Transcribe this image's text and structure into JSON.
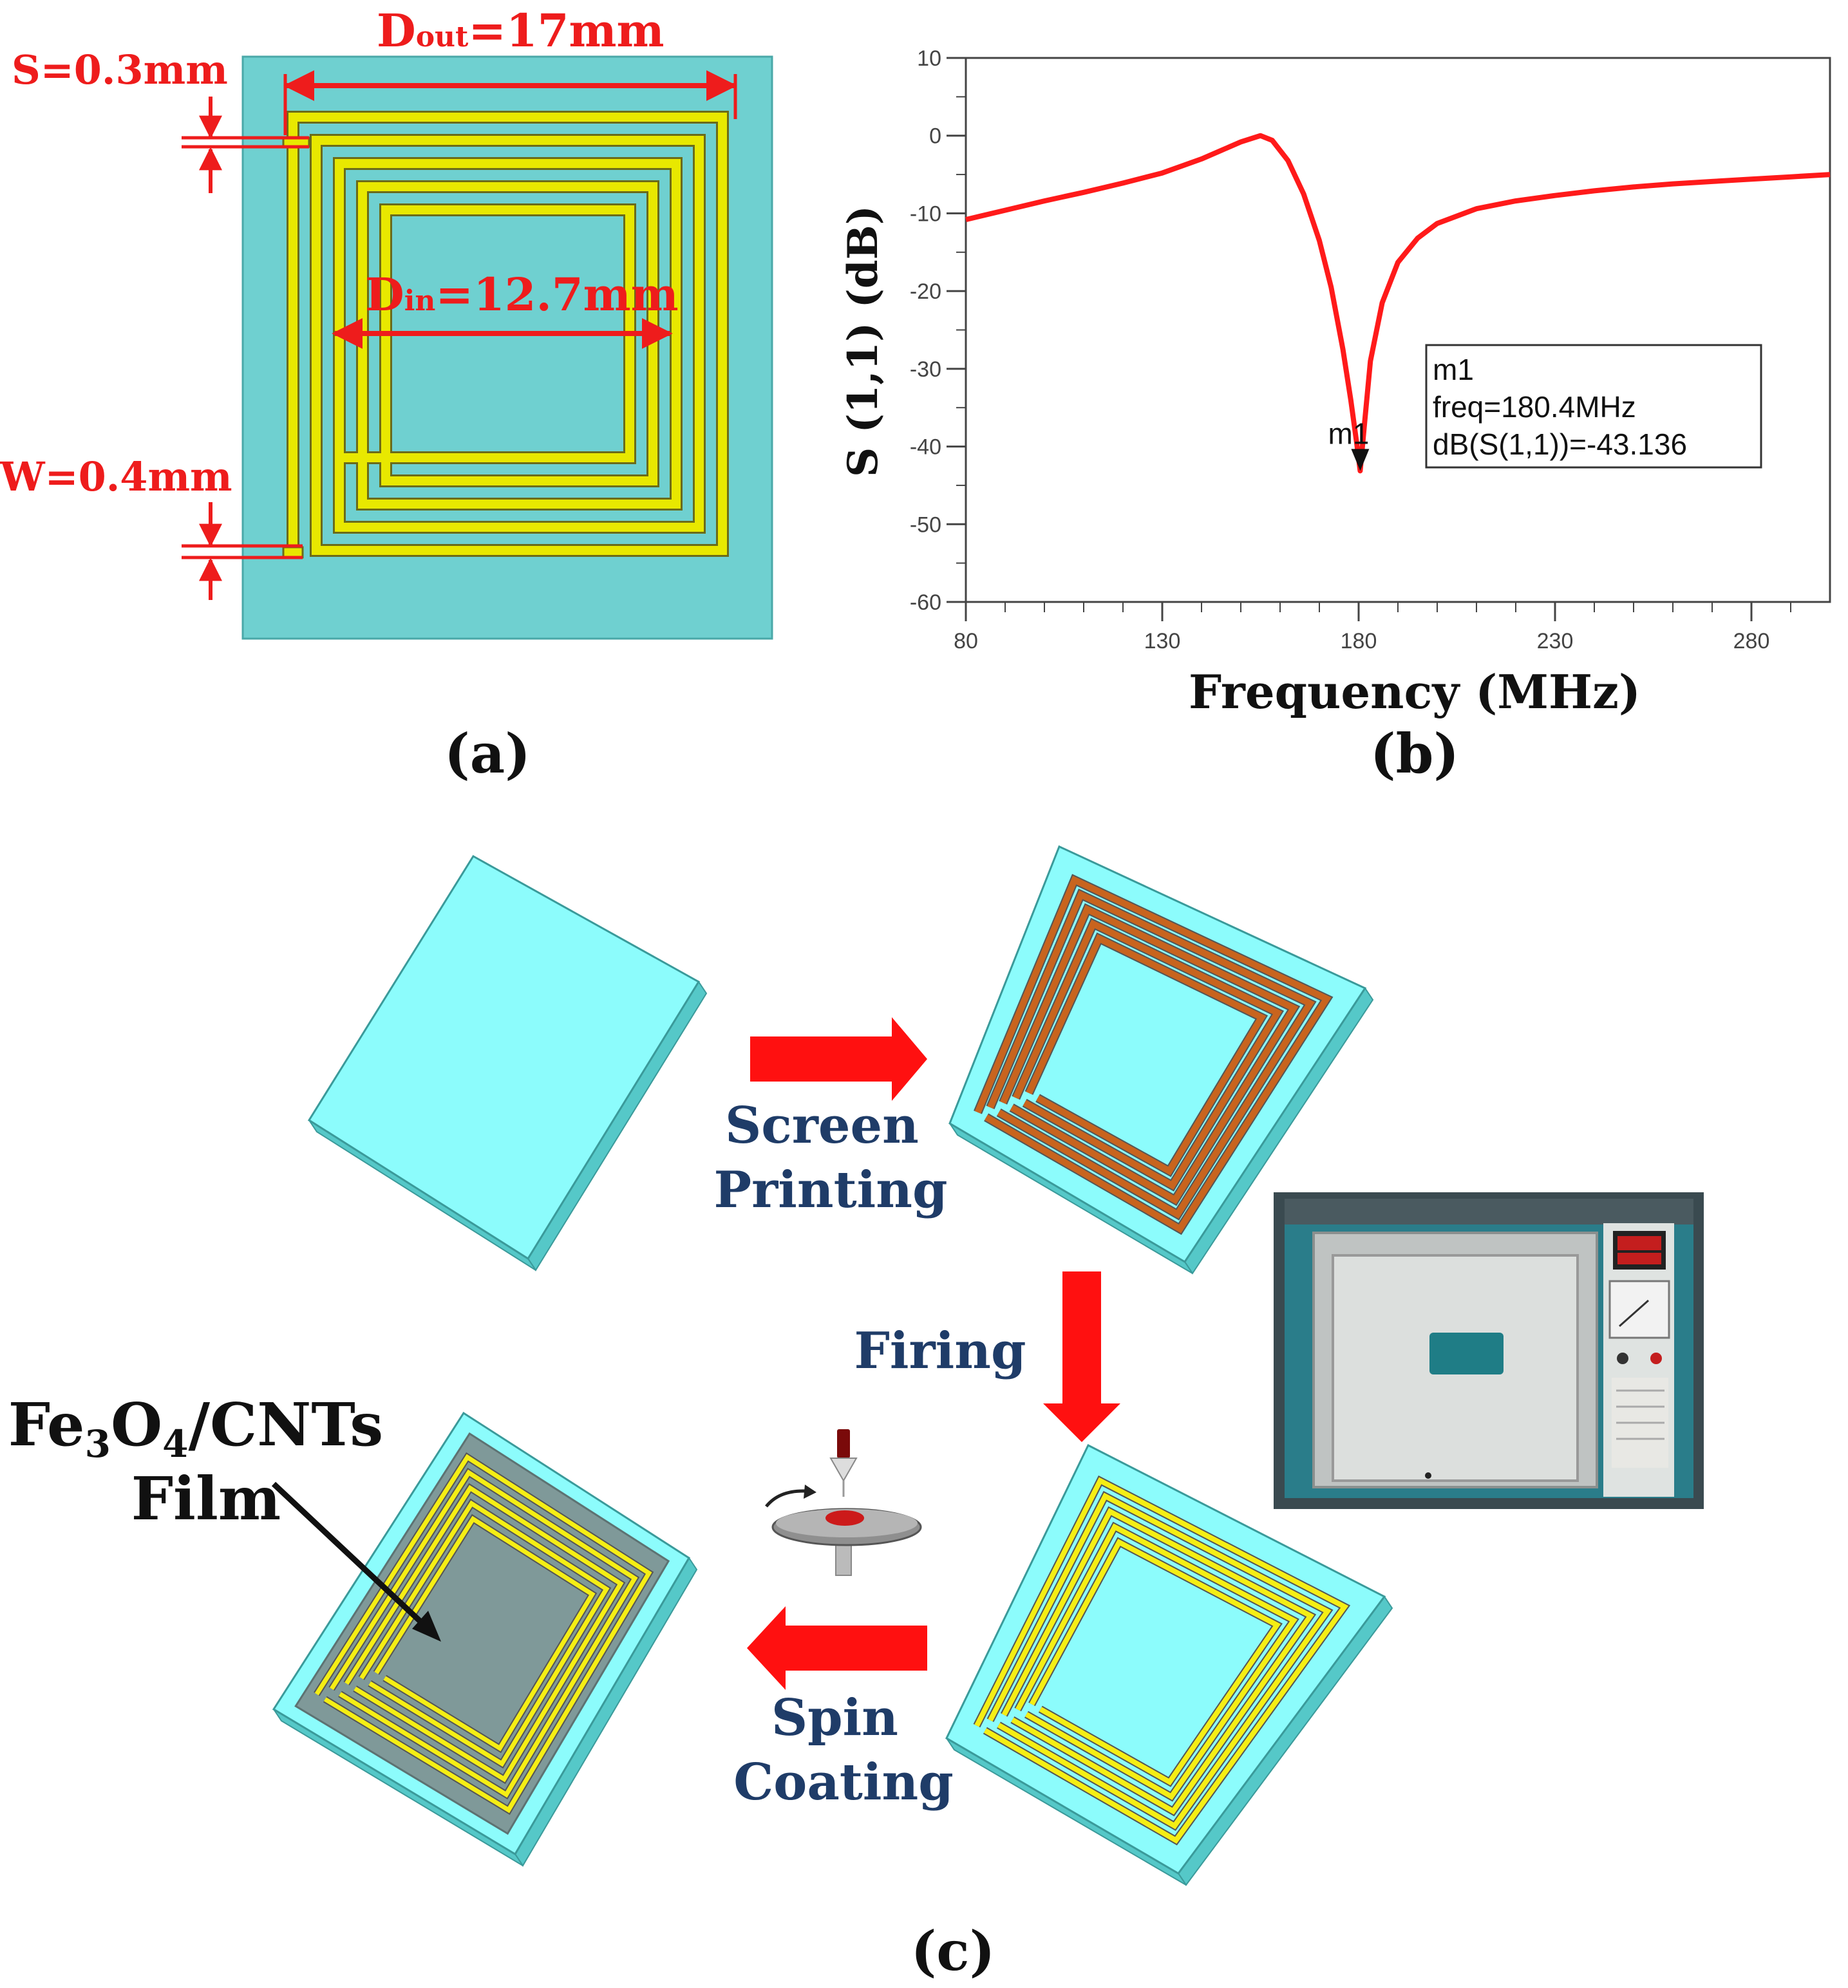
{
  "panel_a": {
    "label": "(a)",
    "dout_label": "D",
    "dout_sub": "out",
    "dout_value": "=17mm",
    "din_label": "D",
    "din_sub": "in",
    "din_value": "=12.7mm",
    "s_label": "S=0.3mm",
    "w_label": "W=0.4mm",
    "colors": {
      "substrate": "#6fd0d0",
      "coil": "#e8e800",
      "dimension": "#ee1c1c"
    }
  },
  "panel_b": {
    "label": "(b)",
    "marker": {
      "name": "m1",
      "box_lines": [
        "m1",
        "freq=180.4MHz",
        "dB(S(1,1))=-43.136"
      ]
    }
  },
  "chart_data": {
    "type": "line",
    "xlabel": "Frequency (MHz)",
    "ylabel": "S (1,1) (dB)",
    "xlim": [
      80,
      300
    ],
    "ylim": [
      -60,
      10
    ],
    "xticks": [
      80,
      130,
      180,
      230,
      280
    ],
    "yticks": [
      10,
      0,
      -10,
      -20,
      -30,
      -40,
      -50,
      -60
    ],
    "grid": false,
    "series": [
      {
        "color": "#ff1a1a",
        "x": [
          80,
          90,
          100,
          110,
          120,
          130,
          140,
          145,
          150,
          155,
          158,
          162,
          166,
          170,
          173,
          176,
          178,
          179.5,
          180.4,
          181.5,
          183,
          186,
          190,
          195,
          200,
          210,
          220,
          230,
          240,
          250,
          260,
          270,
          280,
          290,
          300
        ],
        "y": [
          -10.8,
          -9.6,
          -8.4,
          -7.3,
          -6.1,
          -4.8,
          -3.0,
          -1.9,
          -0.8,
          0.0,
          -0.6,
          -3.2,
          -7.5,
          -13.5,
          -19.5,
          -27.5,
          -34.0,
          -39.5,
          -43.136,
          -37.0,
          -29.0,
          -21.5,
          -16.3,
          -13.2,
          -11.3,
          -9.4,
          -8.4,
          -7.7,
          -7.1,
          -6.6,
          -6.2,
          -5.9,
          -5.6,
          -5.3,
          -5.0
        ]
      }
    ]
  },
  "panel_c": {
    "label": "(c)",
    "step1": [
      "Screen",
      "Printing"
    ],
    "step2": "Firing",
    "step3": [
      "Spin",
      "Coating"
    ],
    "film_label_line1_parts": [
      "Fe",
      "3",
      "O",
      "4",
      "/CNTs"
    ],
    "film_label_line2": "Film",
    "colors": {
      "substrate_top": "#8cfcfc",
      "substrate_side": "#55c8c8",
      "printed_coil": "#c8641e",
      "fired_coil": "#f5ee14",
      "film": "#7f9999",
      "arrow": "#ff1010",
      "step_text": "#1f3c68"
    }
  }
}
